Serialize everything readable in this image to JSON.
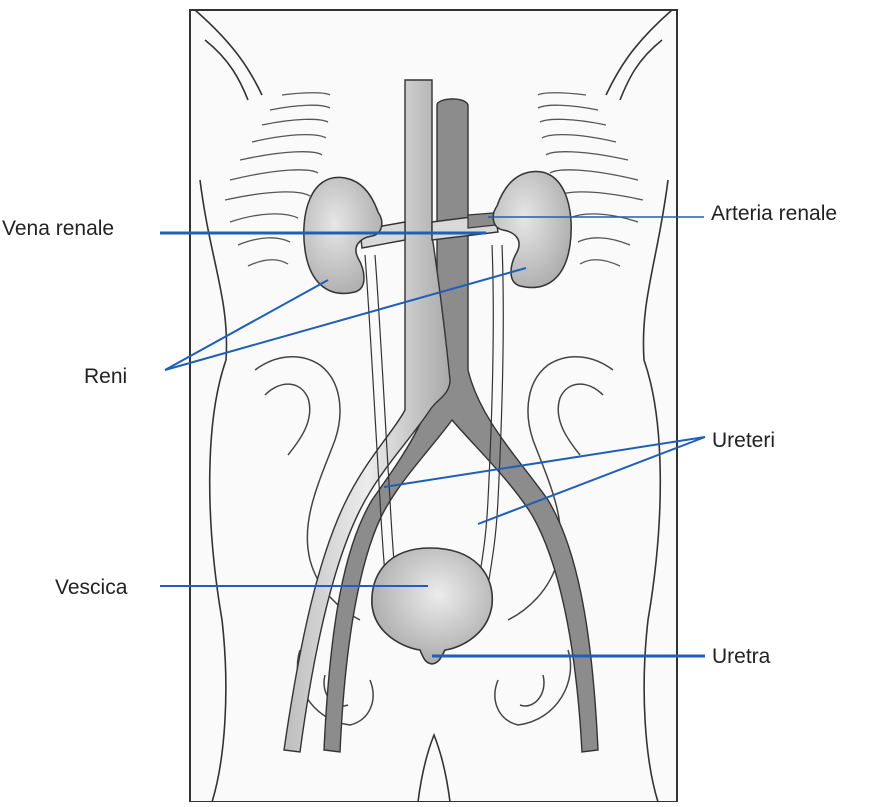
{
  "labels": {
    "vena_renale": "Vena renale",
    "arteria_renale": "Arteria renale",
    "reni": "Reni",
    "ureteri": "Ureteri",
    "vescica": "Vescica",
    "uretra": "Uretra"
  },
  "colors": {
    "leader_line": "#1f5fb8",
    "outline": "#333333",
    "organ_fill": "#c8c8c8",
    "vessel_fill": "#8c8c8c",
    "body_fill": "#f8f8f8"
  }
}
